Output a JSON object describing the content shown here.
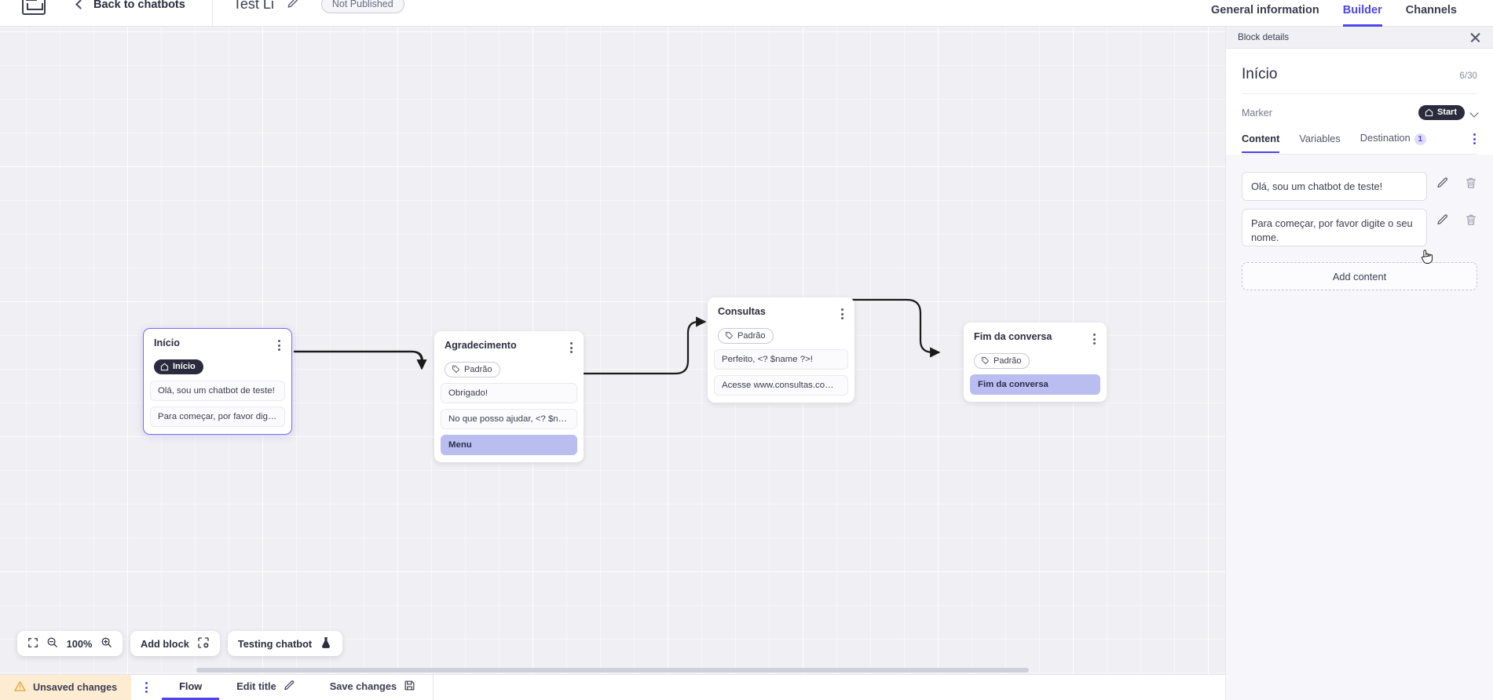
{
  "topbar": {
    "logo": "logo-icon",
    "back_label": "Back to chatbots",
    "bot_title": "Test Li",
    "edit_icon": "pencil-icon",
    "publish_status": "Not Published",
    "tabs": [
      {
        "label": "General information",
        "active": false
      },
      {
        "label": "Builder",
        "active": true
      },
      {
        "label": "Channels",
        "active": false
      }
    ]
  },
  "canvas": {
    "zoom_level": "100%",
    "add_block_label": "Add block",
    "testing_label": "Testing chatbot",
    "nodes": [
      {
        "title": "Início",
        "badge": "Início",
        "badge_type": "start",
        "selected": true,
        "rows": [
          {
            "text": "Olá, sou um chatbot de teste!",
            "highlight": false
          },
          {
            "text": "Para começar, por favor digite o ...",
            "highlight": false
          }
        ]
      },
      {
        "title": "Agradecimento",
        "badge": "Padrão",
        "badge_type": "default",
        "selected": false,
        "rows": [
          {
            "text": "Obrigado!",
            "highlight": false
          },
          {
            "text": "No que posso ajudar, <? $name ...",
            "highlight": false
          },
          {
            "text": "Menu",
            "highlight": true
          }
        ]
      },
      {
        "title": "Consultas",
        "badge": "Padrão",
        "badge_type": "default",
        "selected": false,
        "rows": [
          {
            "text": "Perfeito, <? $name ?>!",
            "highlight": false
          },
          {
            "text": "Acesse www.consultas.com par...",
            "highlight": false
          }
        ]
      },
      {
        "title": "Fim da conversa",
        "badge": "Padrão",
        "badge_type": "default",
        "selected": false,
        "rows": [
          {
            "text": "Fim da conversa",
            "highlight": true
          }
        ]
      }
    ]
  },
  "panel": {
    "header_label": "Block details",
    "close_icon": "close-icon",
    "title": "Início",
    "counter": "6/30",
    "marker_label": "Marker",
    "marker_value": "Start",
    "marker_icon": "home-icon",
    "tabs": [
      {
        "label": "Content",
        "active": true,
        "badge": ""
      },
      {
        "label": "Variables",
        "active": false,
        "badge": ""
      },
      {
        "label": "Destination",
        "active": false,
        "badge": "1"
      }
    ],
    "content_items": [
      {
        "text": "Olá, sou um chatbot de teste!"
      },
      {
        "text": "Para começar, por favor digite o seu nome."
      }
    ],
    "add_content_label": "Add content"
  },
  "bottombar": {
    "unsaved_label": "Unsaved changes",
    "warning_icon": "warning-icon",
    "items": [
      {
        "label": "Flow",
        "active": true,
        "icon": ""
      },
      {
        "label": "Edit title",
        "active": false,
        "icon": "pencil-icon"
      },
      {
        "label": "Save changes",
        "active": false,
        "icon": "save-icon"
      }
    ]
  },
  "colors": {
    "accent": "#4f46e5",
    "highlight_row": "#b9bdf0",
    "warning_bg": "#fdecd2",
    "canvas_bg": "#f0eff3",
    "dark_badge": "#2b2b3d"
  }
}
